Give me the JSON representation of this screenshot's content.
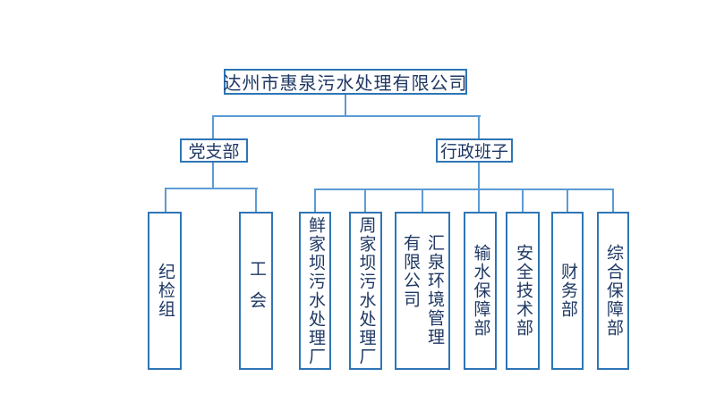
{
  "colors": {
    "box_border": "#2E75B6",
    "connector_line": "#5B9BD5",
    "text": "#1F3864",
    "background": "#FFFFFF"
  },
  "org_chart": {
    "root": {
      "label": "达州市惠泉污水处理有限公司"
    },
    "branches": [
      {
        "label": "党支部",
        "children": [
          {
            "label": "纪检组"
          },
          {
            "label": "工会"
          }
        ]
      },
      {
        "label": "行政班子",
        "children": [
          {
            "label": "鲜家坝污水处理厂"
          },
          {
            "label": "周家坝污水处理厂"
          },
          {
            "label": "汇泉环境管理有限公司"
          },
          {
            "label": "输水保障部"
          },
          {
            "label": "安全技术部"
          },
          {
            "label": "财务部"
          },
          {
            "label": "综合保障部"
          }
        ]
      }
    ]
  }
}
